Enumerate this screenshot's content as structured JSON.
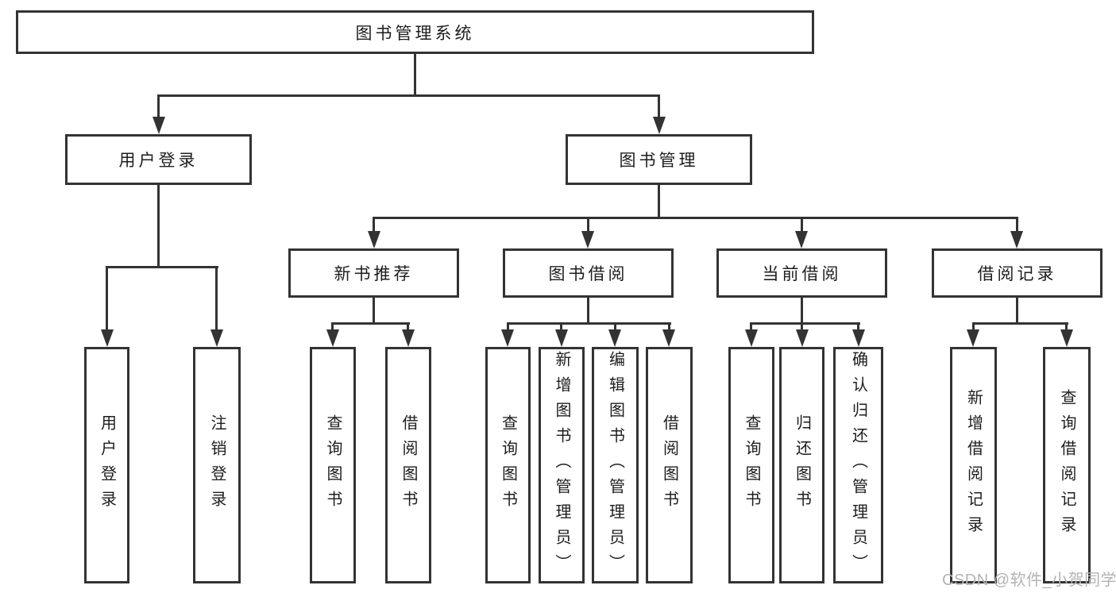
{
  "watermark": "CSDN @软件_小贺同学",
  "colors": {
    "line": "#333333",
    "box_border": "#333333",
    "text": "#1d1d1d",
    "watermark": "#b3b3b3",
    "background": "#ffffff"
  },
  "tree": {
    "label": "图书管理系统",
    "children": [
      {
        "label": "用户登录",
        "children": [
          {
            "label": "用户登录"
          },
          {
            "label": "注销登录"
          }
        ]
      },
      {
        "label": "图书管理",
        "children": [
          {
            "label": "新书推荐",
            "children": [
              {
                "label": "查询图书"
              },
              {
                "label": "借阅图书"
              }
            ]
          },
          {
            "label": "图书借阅",
            "children": [
              {
                "label": "查询图书"
              },
              {
                "label": "新增图书（管理员）"
              },
              {
                "label": "编辑图书（管理员）"
              },
              {
                "label": "借阅图书"
              }
            ]
          },
          {
            "label": "当前借阅",
            "children": [
              {
                "label": "查询图书"
              },
              {
                "label": "归还图书"
              },
              {
                "label": "确认归还（管理员）"
              }
            ]
          },
          {
            "label": "借阅记录",
            "children": [
              {
                "label": "新增借阅记录"
              },
              {
                "label": "查询借阅记录"
              }
            ]
          }
        ]
      }
    ]
  }
}
